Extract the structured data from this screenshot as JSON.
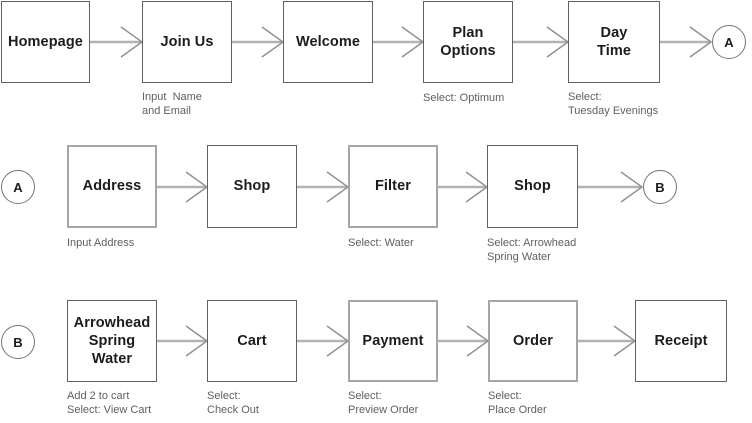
{
  "flow": {
    "rows": [
      {
        "end_connector": "A",
        "nodes": [
          {
            "label": "Homepage",
            "annotation": ""
          },
          {
            "label": "Join Us",
            "annotation": "Input  Name\nand Email"
          },
          {
            "label": "Welcome",
            "annotation": ""
          },
          {
            "label": "Plan\nOptions",
            "annotation": "Select: Optimum"
          },
          {
            "label": "Day\nTime",
            "annotation": "Select:\nTuesday Evenings"
          }
        ]
      },
      {
        "start_connector": "A",
        "end_connector": "B",
        "nodes": [
          {
            "label": "Address",
            "annotation": "Input Address"
          },
          {
            "label": "Shop",
            "annotation": ""
          },
          {
            "label": "Filter",
            "annotation": "Select: Water"
          },
          {
            "label": "Shop",
            "annotation": "Select: Arrowhead\nSpring Water"
          }
        ]
      },
      {
        "start_connector": "B",
        "nodes": [
          {
            "label": "Arrowhead\nSpring Water",
            "annotation": "Add 2 to cart\nSelect: View Cart"
          },
          {
            "label": "Cart",
            "annotation": "Select:\nCheck Out"
          },
          {
            "label": "Payment",
            "annotation": "Select:\nPreview Order"
          },
          {
            "label": "Order",
            "annotation": "Select:\nPlace Order"
          },
          {
            "label": "Receipt",
            "annotation": ""
          }
        ]
      }
    ]
  },
  "colors": {
    "background": "#ffffff",
    "box_border": "#616161",
    "box_border_light": "#a6a6a6",
    "circle_border": "#757575",
    "label_text": "#1c1c1c",
    "annotation_text": "#606060",
    "arrow_shaft": "#b3b3b3",
    "arrow_head": "#8f8f8f"
  }
}
